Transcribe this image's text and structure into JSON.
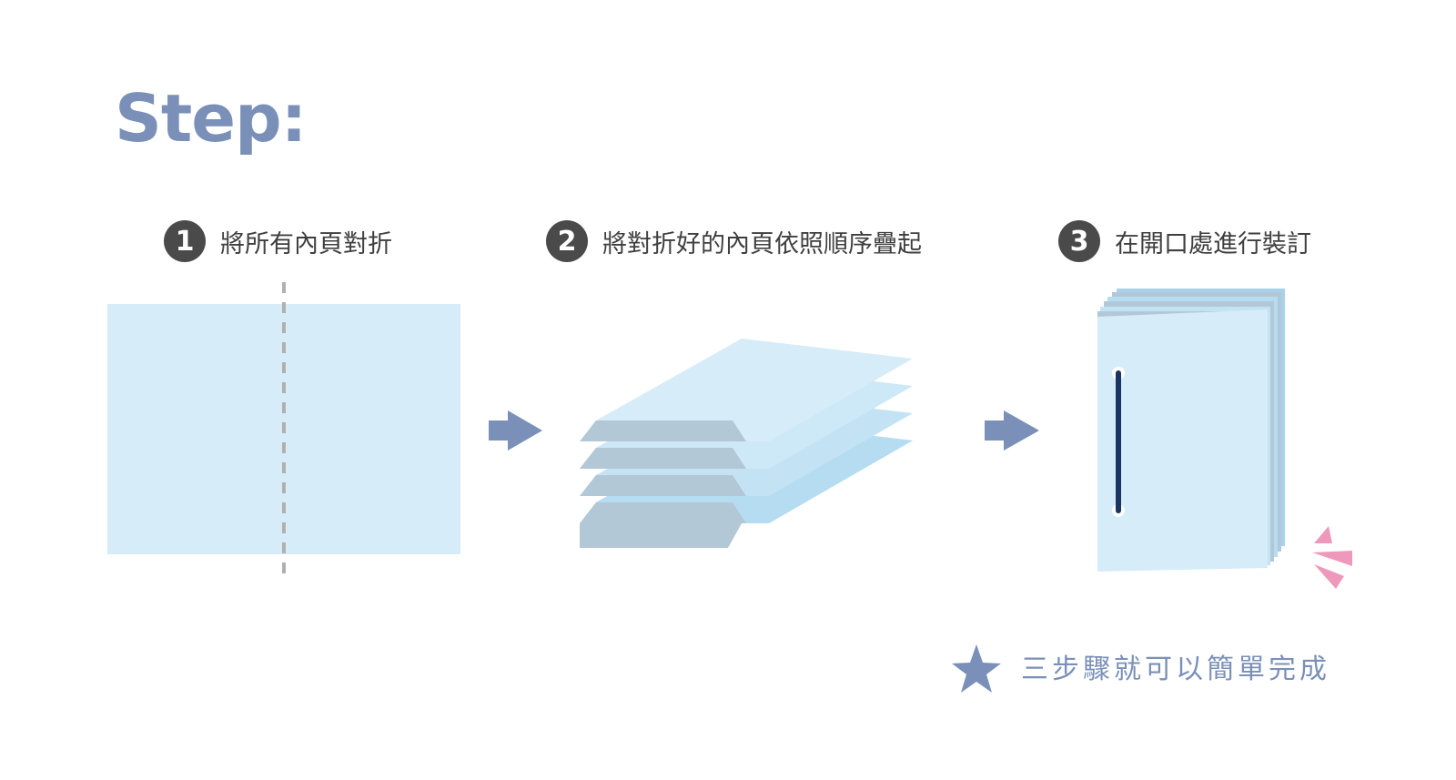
{
  "title": "Step:",
  "steps": [
    {
      "number": "1",
      "label": "將所有內頁對折"
    },
    {
      "number": "2",
      "label": "將對折好的內頁依照順序疊起"
    },
    {
      "number": "3",
      "label": "在開口處進行裝訂"
    }
  ],
  "summary": {
    "icon": "star-icon",
    "text": "三步驟就可以簡單完成"
  },
  "colors": {
    "title": "#7a90b8",
    "badge": "#4a4a4a",
    "paper": "#d6ecf8",
    "paper_shadow": "#b3c8d6",
    "arrow": "#7a90b8",
    "staple": "#1a3560",
    "accent_pink": "#ee99bb"
  }
}
